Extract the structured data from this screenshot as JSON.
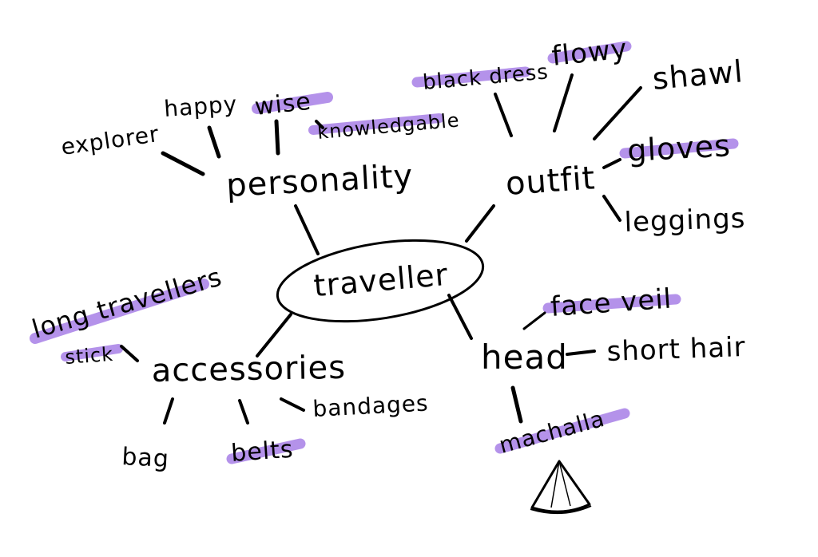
{
  "colors": {
    "ink": "#000000",
    "highlight": "#a77fe6",
    "background": "#ffffff"
  },
  "center": {
    "label": "traveller"
  },
  "branches": {
    "personality": {
      "label": "personality",
      "items": {
        "explorer": "explorer",
        "happy": "happy",
        "wise": "wise",
        "knowledgeable": "knowledgable"
      }
    },
    "outfit": {
      "label": "outfit",
      "items": {
        "black_dress": "black dress",
        "flowy": "flowy",
        "shawl": "shawl",
        "gloves": "gloves",
        "leggings": "leggings"
      }
    },
    "accessories": {
      "label": "accessories",
      "items": {
        "long_travellers": "long travellers",
        "stick": "stick",
        "bandages": "bandages",
        "bag": "bag",
        "belts": "belts"
      }
    },
    "head": {
      "label": "head",
      "items": {
        "face_veil": "face veil",
        "short_hair": "short hair",
        "machalla": "machalla"
      }
    }
  },
  "highlighted_icon": "cone-hat-icon"
}
